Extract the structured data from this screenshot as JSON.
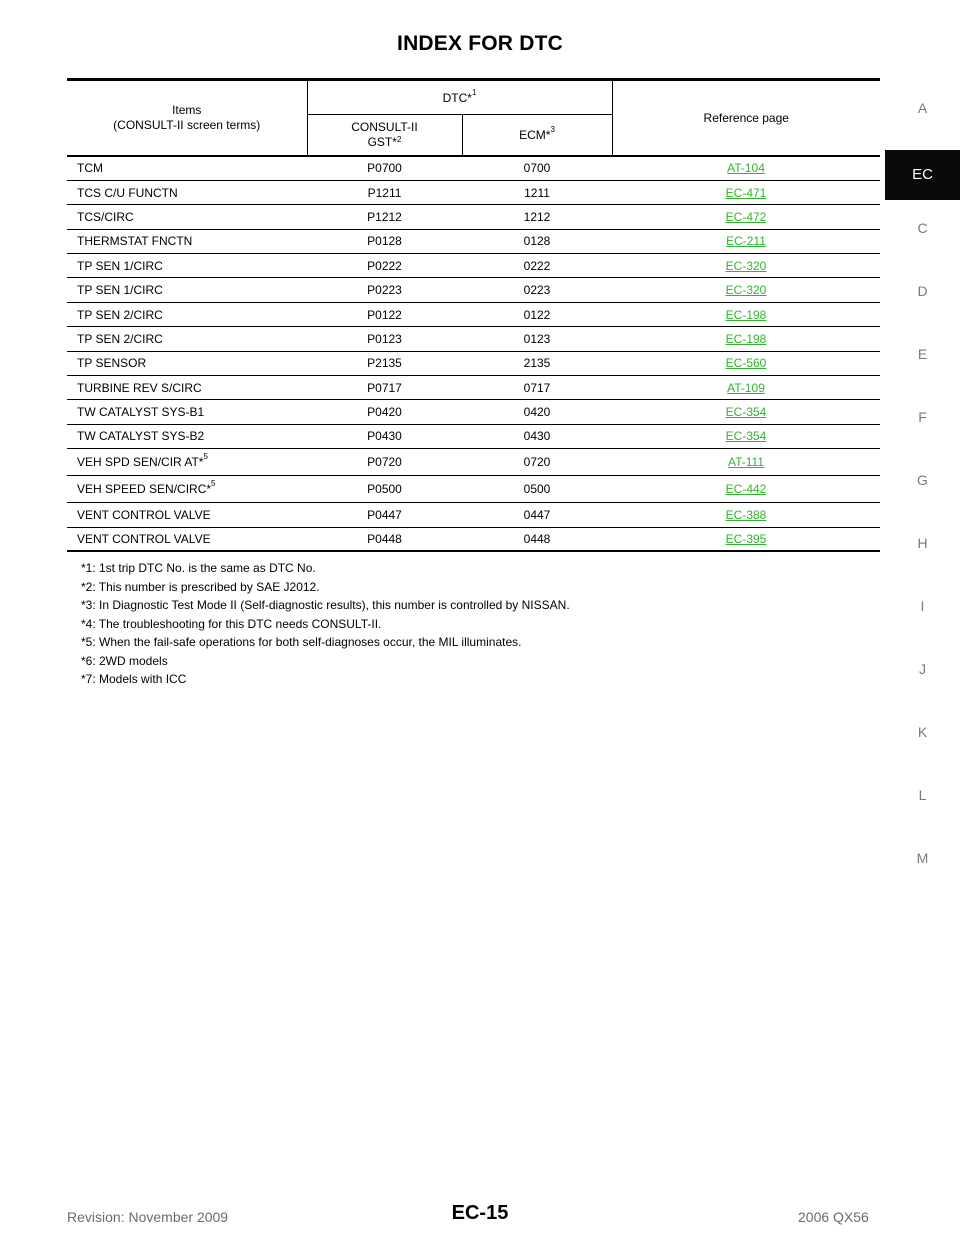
{
  "header": {
    "title": "INDEX FOR DTC"
  },
  "table": {
    "col_items": "Items",
    "col_items_sub": "(CONSULT-II screen terms)",
    "col_dtc": "DTC*",
    "col_dtc_sup": "1",
    "col_consult": "CONSULT-II",
    "col_gst": "GST*",
    "col_gst_sup": "2",
    "col_ecm": "ECM*",
    "col_ecm_sup": "3",
    "col_ref": "Reference page",
    "rows": [
      {
        "item": "TCM",
        "sup": "",
        "consult": "P0700",
        "ecm": "0700",
        "ref": "AT-104"
      },
      {
        "item": "TCS C/U FUNCTN",
        "sup": "",
        "consult": "P1211",
        "ecm": "1211",
        "ref": "EC-471"
      },
      {
        "item": "TCS/CIRC",
        "sup": "",
        "consult": "P1212",
        "ecm": "1212",
        "ref": "EC-472"
      },
      {
        "item": "THERMSTAT FNCTN",
        "sup": "",
        "consult": "P0128",
        "ecm": "0128",
        "ref": "EC-211"
      },
      {
        "item": "TP SEN 1/CIRC",
        "sup": "",
        "consult": "P0222",
        "ecm": "0222",
        "ref": "EC-320"
      },
      {
        "item": "TP SEN 1/CIRC",
        "sup": "",
        "consult": "P0223",
        "ecm": "0223",
        "ref": "EC-320"
      },
      {
        "item": "TP SEN 2/CIRC",
        "sup": "",
        "consult": "P0122",
        "ecm": "0122",
        "ref": "EC-198"
      },
      {
        "item": "TP SEN 2/CIRC",
        "sup": "",
        "consult": "P0123",
        "ecm": "0123",
        "ref": "EC-198"
      },
      {
        "item": "TP SENSOR",
        "sup": "",
        "consult": "P2135",
        "ecm": "2135",
        "ref": "EC-560"
      },
      {
        "item": "TURBINE REV S/CIRC",
        "sup": "",
        "consult": "P0717",
        "ecm": "0717",
        "ref": "AT-109"
      },
      {
        "item": "TW CATALYST SYS-B1",
        "sup": "",
        "consult": "P0420",
        "ecm": "0420",
        "ref": "EC-354"
      },
      {
        "item": "TW CATALYST SYS-B2",
        "sup": "",
        "consult": "P0430",
        "ecm": "0430",
        "ref": "EC-354"
      },
      {
        "item": "VEH SPD SEN/CIR AT*",
        "sup": "5",
        "consult": "P0720",
        "ecm": "0720",
        "ref": "AT-111"
      },
      {
        "item": "VEH SPEED SEN/CIRC*",
        "sup": "5",
        "consult": "P0500",
        "ecm": "0500",
        "ref": "EC-442"
      },
      {
        "item": "VENT CONTROL VALVE",
        "sup": "",
        "consult": "P0447",
        "ecm": "0447",
        "ref": "EC-388"
      },
      {
        "item": "VENT CONTROL VALVE",
        "sup": "",
        "consult": "P0448",
        "ecm": "0448",
        "ref": "EC-395"
      }
    ]
  },
  "notes": [
    "*1: 1st trip DTC No. is the same as DTC No.",
    "*2: This number is prescribed by SAE J2012.",
    "*3: In Diagnostic Test Mode II (Self-diagnostic results), this number is controlled by NISSAN.",
    "*4: The troubleshooting for this DTC needs CONSULT-II.",
    "*5: When the fail-safe operations for both self-diagnoses occur, the MIL illuminates.",
    "*6: 2WD models",
    "*7: Models with ICC"
  ],
  "side_tabs": [
    "A",
    "EC",
    "C",
    "D",
    "E",
    "F",
    "G",
    "H",
    "I",
    "J",
    "K",
    "L",
    "M"
  ],
  "active_tab": "EC",
  "footer": {
    "revision": "Revision: November 2009",
    "page": "EC-15",
    "model": "2006 QX56"
  },
  "colors": {
    "link": "#2fb52a",
    "active_tab_bg": "#0a0a0a",
    "tab_text": "#7a7a7a"
  }
}
